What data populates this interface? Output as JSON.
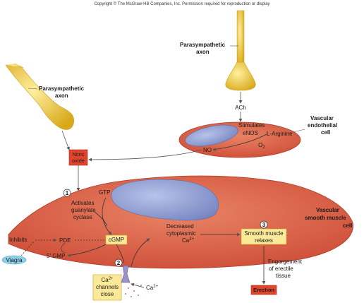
{
  "copyright": "Copyright © The McGraw-Hill Companies, Inc. Permission required for reproduction or display",
  "left_axon_label": [
    "Parasympathetic",
    "axon"
  ],
  "right_axon_label": [
    "Parasympathetic",
    "axon"
  ],
  "ach": "ACh",
  "endothelial": {
    "label": [
      "Vascular",
      "endothelial",
      "cell"
    ],
    "stimulates": "Stimulates",
    "enos": "eNOS",
    "l_arginine": "L-Arginine",
    "no": "NO",
    "o2": "O",
    "o2_sub": "2"
  },
  "nitric_oxide": [
    "Nitric",
    "oxide"
  ],
  "smooth_muscle": {
    "label": [
      "Vascular",
      "smooth muscle",
      "cell"
    ],
    "step1": "1",
    "step2": "2",
    "step3": "3",
    "activates": [
      "Activates",
      "guanylate",
      "cyclase"
    ],
    "gtp": "GTP",
    "cgmp": "cGMP",
    "pde": "PDE",
    "inhibits": "Inhibits",
    "five_gmp": "5' GMP",
    "decreased": [
      "Decreased",
      "cytoplasmic",
      "Ca"
    ],
    "decreased_sup": "2+",
    "relaxes": [
      "Smooth muscle",
      "relaxes"
    ]
  },
  "viagra": "Viagra",
  "ca_channels": [
    "Ca",
    "channels",
    "close"
  ],
  "ca_channels_sup": "2+",
  "ca_outside": "Ca",
  "ca_outside_sup": "2+",
  "engorgement": [
    "Engorgement",
    "of erectile",
    "tissue"
  ],
  "erection": "Erection",
  "colors": {
    "cell_red": "#d9573f",
    "nucleus_blue": "#7f90c9",
    "axon_yellow": "#e8c23a",
    "box_yellow": "#fbe99a",
    "box_red": "#e0452c",
    "viagra_blue": "#8fd0e8"
  }
}
